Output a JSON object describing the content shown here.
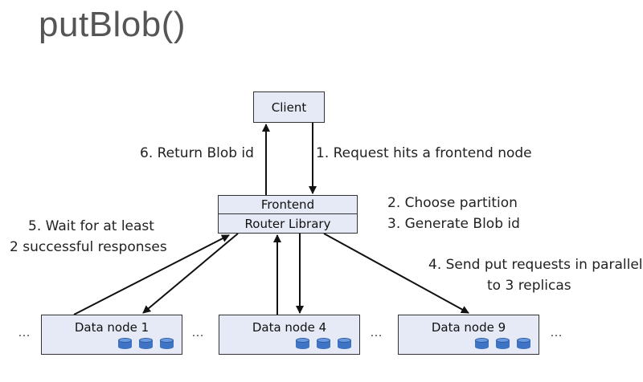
{
  "title": "putBlob()",
  "nodes": {
    "client": "Client",
    "frontend": "Frontend",
    "router": "Router Library",
    "data_nodes": [
      "Data node 1",
      "Data node 4",
      "Data node 9"
    ]
  },
  "steps": {
    "step1": "1. Request hits a frontend node",
    "step2": "2. Choose partition",
    "step3": "3. Generate Blob id",
    "step4_line1": "4. Send put requests in parallel",
    "step4_line2": "to 3 replicas",
    "step5_line1": "5. Wait for at least",
    "step5_line2": "2 successful responses",
    "step6": "6. Return Blob id"
  },
  "ellipsis": "…",
  "colors": {
    "box_fill": "#e6eaf6",
    "disk": "#3f74c4"
  }
}
